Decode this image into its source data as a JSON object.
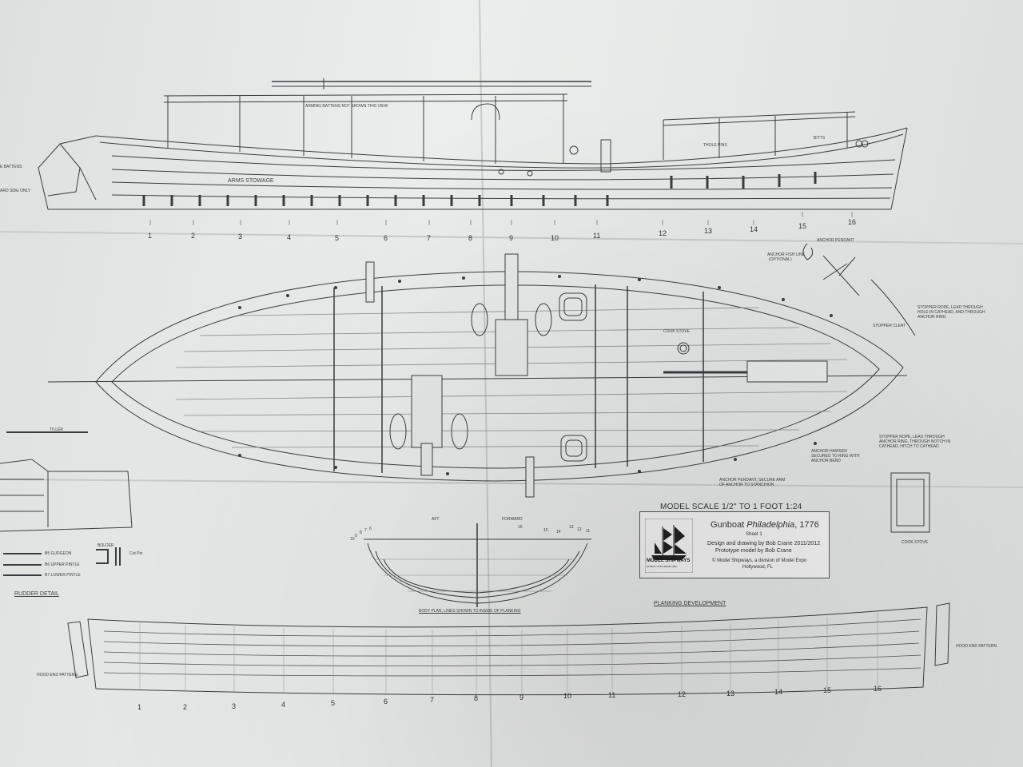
{
  "title_block": {
    "title": "Gunboat",
    "title_italic": "Philadelphia",
    "title_year": ", 1776",
    "sheet": "Sheet 1",
    "design": "Design and drawing by Bob Crane 2011/2012",
    "prototype": "Prototype model by Bob Crane",
    "publisher": "© Model Shipways, a division of Model Expo",
    "city": "Hollywood, FL",
    "logo_text": "MODEL SHIPWAYS",
    "logo_sub": "QUALITY KITS SINCE 1946"
  },
  "scale": "MODEL SCALE 1/2\" TO 1 FOOT   1:24",
  "profile": {
    "stations": [
      "1",
      "2",
      "3",
      "4",
      "5",
      "6",
      "7",
      "8",
      "9",
      "10",
      "11",
      "12",
      "13",
      "14",
      "15",
      "16"
    ],
    "labels": {
      "arms_stowage": "ARMS STOWAGE",
      "batten_note": "ARMING BATTENS NOT SHOWN THIS VIEW",
      "thole_pins": "THOLE PINS",
      "bitts": "BITTS",
      "battens_left": "E BATTENS",
      "board_side": "ARD SIDE ONLY"
    }
  },
  "plan": {
    "labels": {
      "cook_stove": "COOK STOVE",
      "anchor_pendant": "ANCHOR PENDANT",
      "anchor_fish": "ANCHOR FISH LINE",
      "optional": "(OPTIONAL)",
      "stopper_rope": "STOPPER ROPE, LEAD THROUGH",
      "stopper_rope_2": "HOLE IN CATHEAD, AND THROUGH",
      "stopper_rope_3": "ANCHOR RING",
      "stopper_cleat": "STOPPER CLEAT",
      "stopper_rope_b": "STOPPER ROPE, LEAD THROUGH",
      "stopper_rope_b2": "ANCHOR RING, THROUGH NOTCH IN",
      "stopper_rope_b3": "CATHEAD, HITCH TO CATHEAD",
      "anchor_hawser": "ANCHOR HAWSER",
      "anchor_hawser_2": "SECURED TO RING WITH",
      "anchor_hawser_3": "ANCHOR BEND",
      "anchor_pendant_b": "ANCHOR PENDANT, SECURE ARM",
      "anchor_pendant_b2": "OF ANCHOR TO STANCHION",
      "tiller": "TILLER",
      "cook_stove_detail": "COOK STOVE"
    }
  },
  "rudder": {
    "title": "RUDDER DETAIL",
    "gudgeon": "B5 GUDGEON",
    "upper_pintle": "B6 UPPER PINTLE",
    "lower_pintle": "B7 LOWER PINTLE",
    "bolder": "BOLDER",
    "cut_pin": "Cut Pin"
  },
  "body_plan": {
    "caption": "BODY PLAN, LINES SHOWN TO INSIDE OF PLANKING",
    "aft": "AFT",
    "forward": "FORWARD",
    "aft_stations": [
      "10",
      "9",
      "8",
      "7",
      "6"
    ],
    "fwd_stations": [
      "16",
      "15",
      "14",
      "13",
      "12",
      "11"
    ]
  },
  "planking": {
    "title": "PLANKING DEVELOPMENT",
    "hood_left": "HOOD END PATTERN",
    "hood_right": "HOOD END PATTERN",
    "stations": [
      "1",
      "2",
      "3",
      "4",
      "5",
      "6",
      "7",
      "8",
      "9",
      "10",
      "11",
      "12",
      "13",
      "14",
      "15",
      "16"
    ]
  }
}
